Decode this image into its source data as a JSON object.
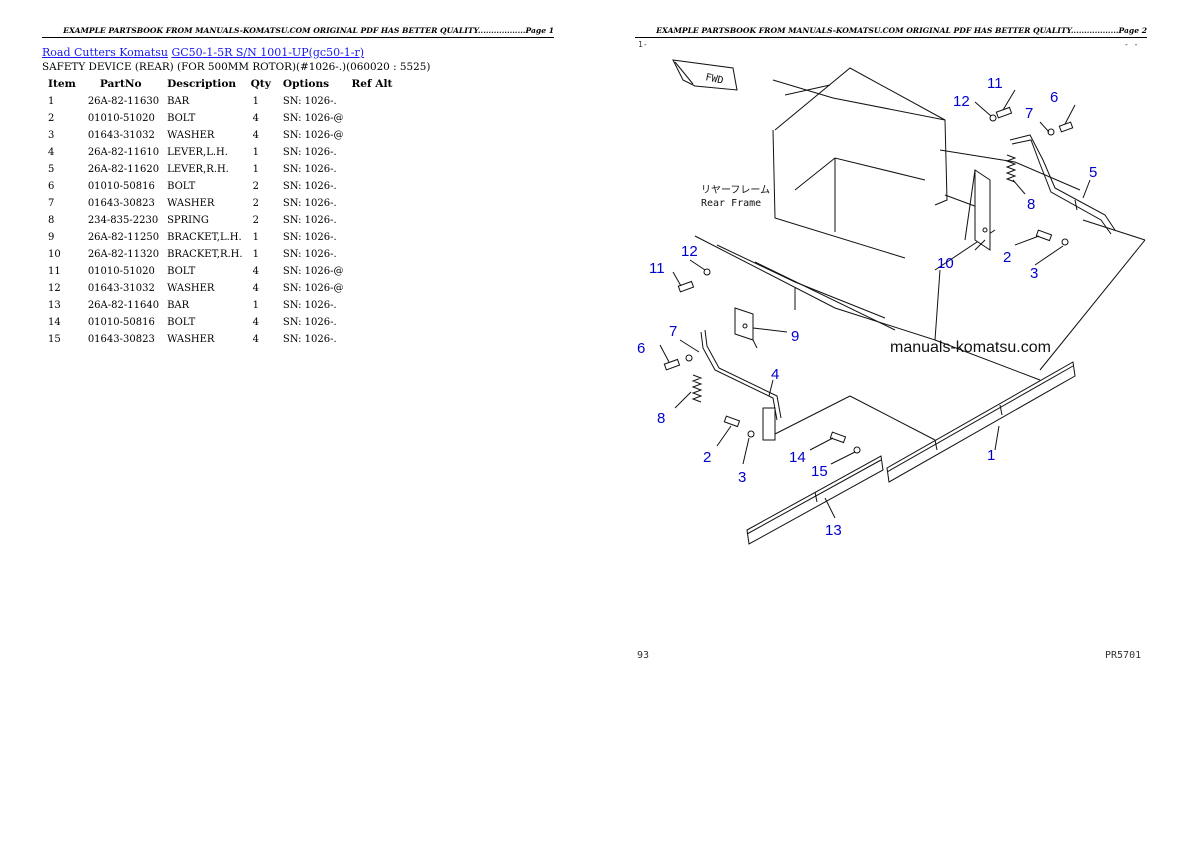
{
  "page1": {
    "header": "EXAMPLE PARTSBOOK FROM MANUALS-KOMATSU.COM ORIGINAL PDF HAS BETTER QUALITY..................Page 1",
    "breadcrumb": {
      "link1": "Road Cutters Komatsu",
      "link2": "GC50-1-5R S/N 1001-UP(gc50-1-r)"
    },
    "subtitle": "SAFETY DEVICE (REAR) (FOR 500MM ROTOR)(#1026-.)(060020 : 5525)",
    "columns": [
      "Item",
      "PartNo",
      "Description",
      "Qty",
      "Options",
      "Ref Alt"
    ],
    "rows": [
      {
        "item": "1",
        "partno": "26A-82-11630",
        "desc": "BAR",
        "qty": "1",
        "opt": "SN: 1026-."
      },
      {
        "item": "2",
        "partno": "01010-51020",
        "desc": "BOLT",
        "qty": "4",
        "opt": "SN: 1026-@"
      },
      {
        "item": "3",
        "partno": "01643-31032",
        "desc": "WASHER",
        "qty": "4",
        "opt": "SN: 1026-@"
      },
      {
        "item": "4",
        "partno": "26A-82-11610",
        "desc": "LEVER,L.H.",
        "qty": "1",
        "opt": "SN: 1026-."
      },
      {
        "item": "5",
        "partno": "26A-82-11620",
        "desc": "LEVER,R.H.",
        "qty": "1",
        "opt": "SN: 1026-."
      },
      {
        "item": "6",
        "partno": "01010-50816",
        "desc": "BOLT",
        "qty": "2",
        "opt": "SN: 1026-."
      },
      {
        "item": "7",
        "partno": "01643-30823",
        "desc": "WASHER",
        "qty": "2",
        "opt": "SN: 1026-."
      },
      {
        "item": "8",
        "partno": "234-835-2230",
        "desc": "SPRING",
        "qty": "2",
        "opt": "SN: 1026-."
      },
      {
        "item": "9",
        "partno": "26A-82-11250",
        "desc": "BRACKET,L.H.",
        "qty": "1",
        "opt": "SN: 1026-."
      },
      {
        "item": "10",
        "partno": "26A-82-11320",
        "desc": "BRACKET,R.H.",
        "qty": "1",
        "opt": "SN: 1026-."
      },
      {
        "item": "11",
        "partno": "01010-51020",
        "desc": "BOLT",
        "qty": "4",
        "opt": "SN: 1026-@"
      },
      {
        "item": "12",
        "partno": "01643-31032",
        "desc": "WASHER",
        "qty": "4",
        "opt": "SN: 1026-@"
      },
      {
        "item": "13",
        "partno": "26A-82-11640",
        "desc": "BAR",
        "qty": "1",
        "opt": "SN: 1026-."
      },
      {
        "item": "14",
        "partno": "01010-50816",
        "desc": "BOLT",
        "qty": "4",
        "opt": "SN: 1026-."
      },
      {
        "item": "15",
        "partno": "01643-30823",
        "desc": "WASHER",
        "qty": "4",
        "opt": "SN: 1026-."
      }
    ]
  },
  "page2": {
    "header": "EXAMPLE PARTSBOOK FROM MANUALS-KOMATSU.COM ORIGINAL PDF HAS BETTER QUALITY..................Page 2",
    "diagram": {
      "fwd_label": "FWD",
      "jp_label": "リヤーフレーム",
      "frame_label": "Rear Frame",
      "watermark": "manuals-komatsu.com",
      "callouts": {
        "c1": "1",
        "c2a": "2",
        "c2b": "2",
        "c3a": "3",
        "c3b": "3",
        "c4": "4",
        "c5": "5",
        "c6a": "6",
        "c6b": "6",
        "c7a": "7",
        "c7b": "7",
        "c8a": "8",
        "c8b": "8",
        "c9": "9",
        "c10": "10",
        "c11a": "11",
        "c11b": "11",
        "c12a": "12",
        "c12b": "12",
        "c13": "13",
        "c14": "14",
        "c15": "15"
      },
      "callout_color": "#0000cc"
    },
    "footer_left": "93",
    "footer_right": "PR5701",
    "tick_left": "1-",
    "tick_right": "- -"
  }
}
